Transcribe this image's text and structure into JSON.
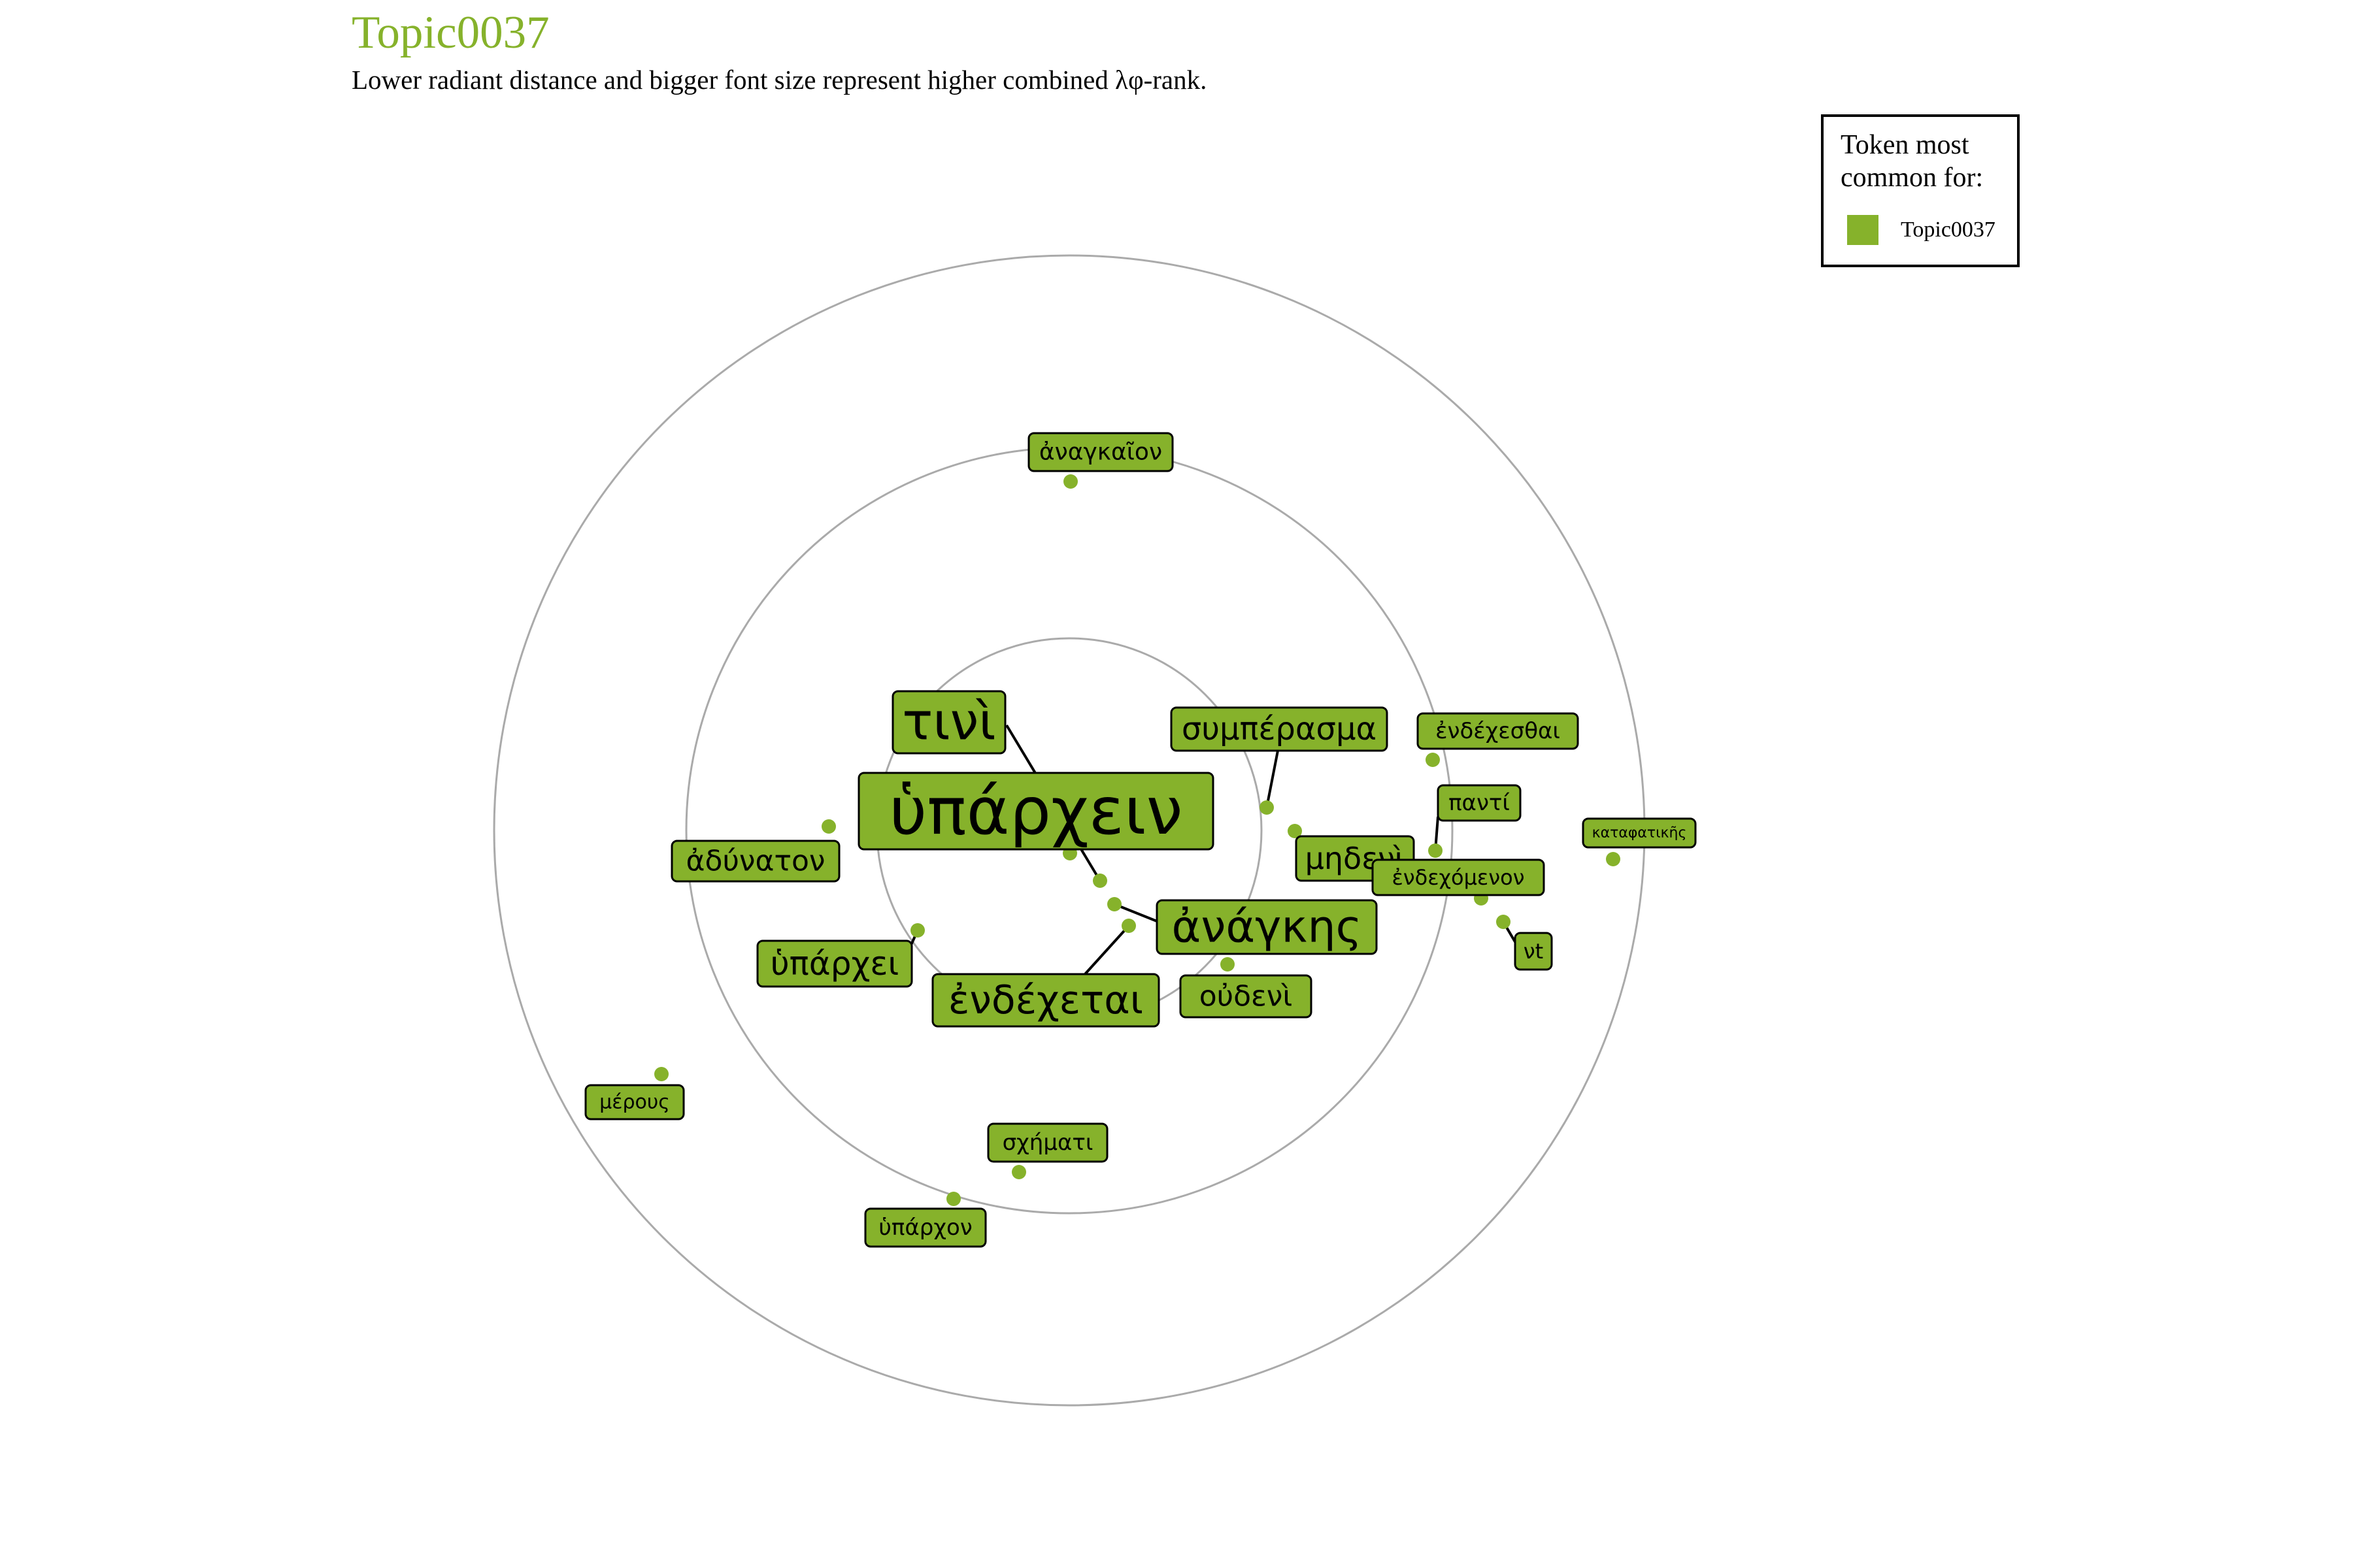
{
  "chart_data": {
    "type": "scatter",
    "title": "Topic0037",
    "subtitle": "Lower radiant distance and bigger font size represent higher combined λφ-rank.",
    "legend": {
      "title": "Token most common for:",
      "placement": "top-right",
      "entries": [
        {
          "name": "Topic0037",
          "color": "#86b22b"
        }
      ]
    },
    "series": [
      {
        "name": "Topic0037",
        "color": "#86b22b",
        "tokens": [
          "ὑπάρχειν",
          "τινὶ",
          "ἀνάγκης",
          "ἐνδέχεται",
          "συμπέρασμα",
          "ὑπάρχει",
          "μηδενὶ",
          "οὐδενὶ",
          "ἀδύνατον",
          "ἀναγκαῖον",
          "ἐνδέχεσθαι",
          "παντί",
          "ἐνδεχόμενον",
          "νt",
          "σχήματι",
          "ὑπάρχον",
          "μέρους",
          "καταφατικῆς"
        ]
      }
    ],
    "grid": true,
    "rings": 3,
    "polar": true
  }
}
